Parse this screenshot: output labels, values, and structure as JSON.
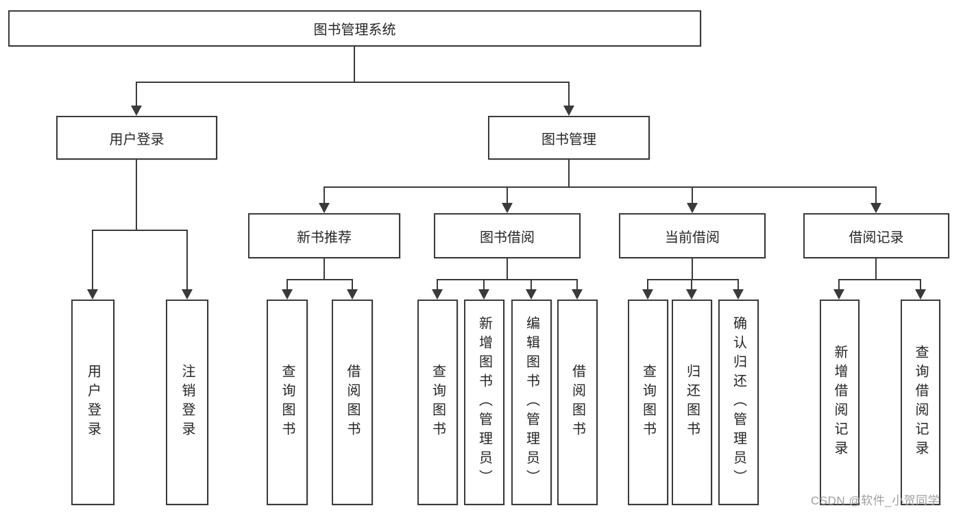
{
  "tree": {
    "root": {
      "label": "图书管理系统"
    },
    "level2": [
      {
        "label": "用户登录",
        "leaves": [
          {
            "label": "用户登录"
          },
          {
            "label": "注销登录"
          }
        ]
      },
      {
        "label": "图书管理",
        "children": [
          {
            "label": "新书推荐",
            "leaves": [
              {
                "label": "查询图书"
              },
              {
                "label": "借阅图书"
              }
            ]
          },
          {
            "label": "图书借阅",
            "leaves": [
              {
                "label": "查询图书"
              },
              {
                "label": "新增图书（管理员）"
              },
              {
                "label": "编辑图书（管理员）"
              },
              {
                "label": "借阅图书"
              }
            ]
          },
          {
            "label": "当前借阅",
            "leaves": [
              {
                "label": "查询图书"
              },
              {
                "label": "归还图书"
              },
              {
                "label": "确认归还（管理员）"
              }
            ]
          },
          {
            "label": "借阅记录",
            "leaves": [
              {
                "label": "新增借阅记录"
              },
              {
                "label": "查询借阅记录"
              }
            ]
          }
        ]
      }
    ]
  },
  "watermark": {
    "text": "CSDN @软件_小贺同学",
    "color": "#9e9e9e"
  },
  "colors": {
    "line": "#3a3a3a",
    "text": "#262626",
    "box_background": "#ffffff",
    "page_background": "#ffffff"
  }
}
